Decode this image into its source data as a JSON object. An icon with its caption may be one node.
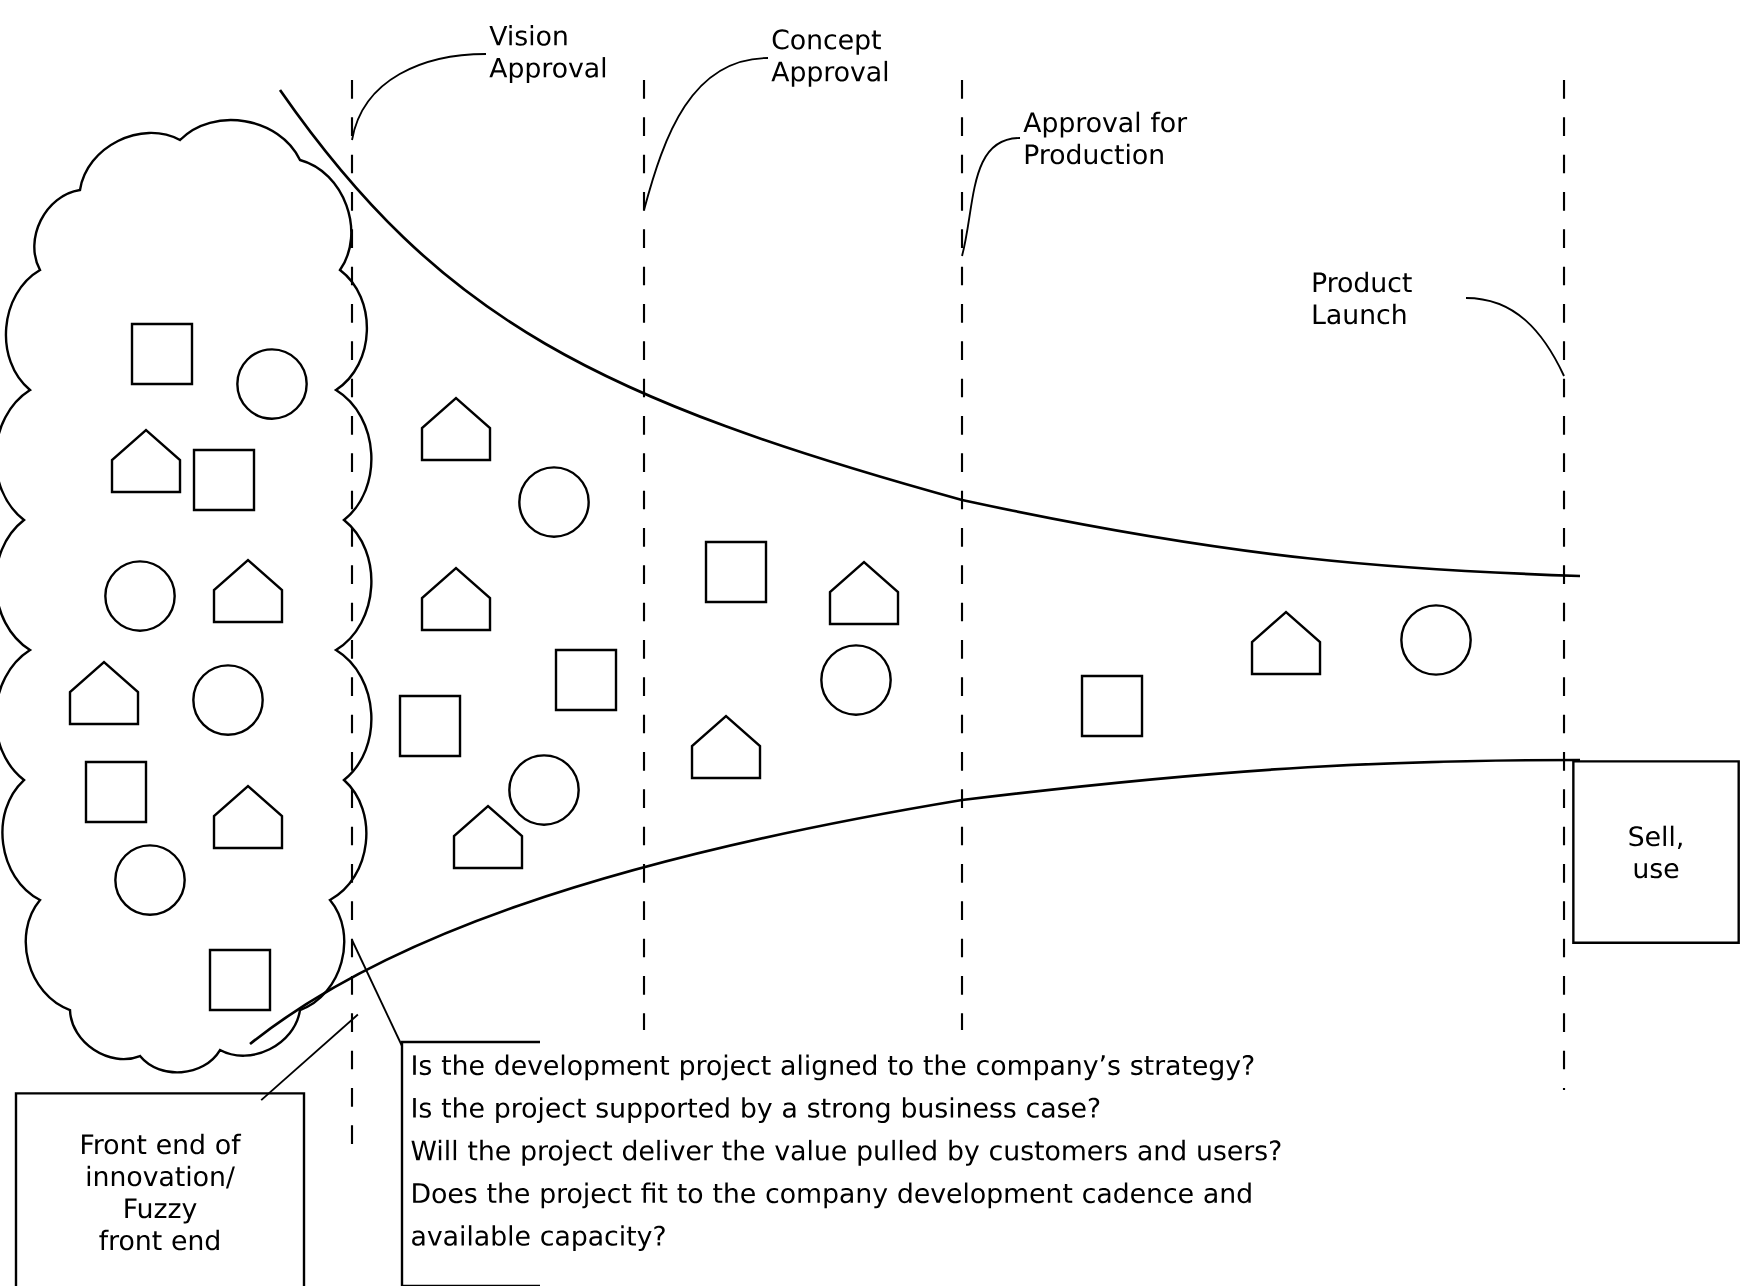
{
  "diagram": {
    "nodes": [
      {
        "text": [],
        "shape": "cloud"
      },
      {
        "text": [],
        "shape": "line"
      },
      {
        "text": [],
        "shape": "line"
      },
      {
        "text": [],
        "shape": "line"
      },
      {
        "text": [],
        "shape": "line"
      },
      {
        "text": [
          "Vision Approval"
        ]
      },
      {
        "text": [
          "Concept Approval"
        ]
      },
      {
        "text": [
          "Approval for Production"
        ]
      },
      {
        "text": [
          "Product Launch"
        ]
      },
      {
        "text": [
          "Sell, use"
        ]
      },
      {
        "text": [
          "Front end of innovation/ Fuzzy front end"
        ]
      },
      {
        "text": [
          "Is the development project aligned to the company’s strategy?",
          "Is the project supported by a strong business case?",
          "Will the project deliver the value pulled by customers and users?",
          "Does the project fit to the company development cadence and available capacity?"
        ]
      }
    ],
    "edges": [
      {
        "from": 5,
        "to": 1,
        "arrow": "none"
      },
      {
        "from": 6,
        "to": 2,
        "arrow": "none"
      },
      {
        "from": 7,
        "to": 3,
        "arrow": "none"
      },
      {
        "from": 8,
        "to": 4,
        "arrow": "none"
      },
      {
        "from": 10,
        "to": 0,
        "arrow": "none"
      },
      {
        "from": 11,
        "to": 1,
        "arrow": "none"
      }
    ]
  }
}
